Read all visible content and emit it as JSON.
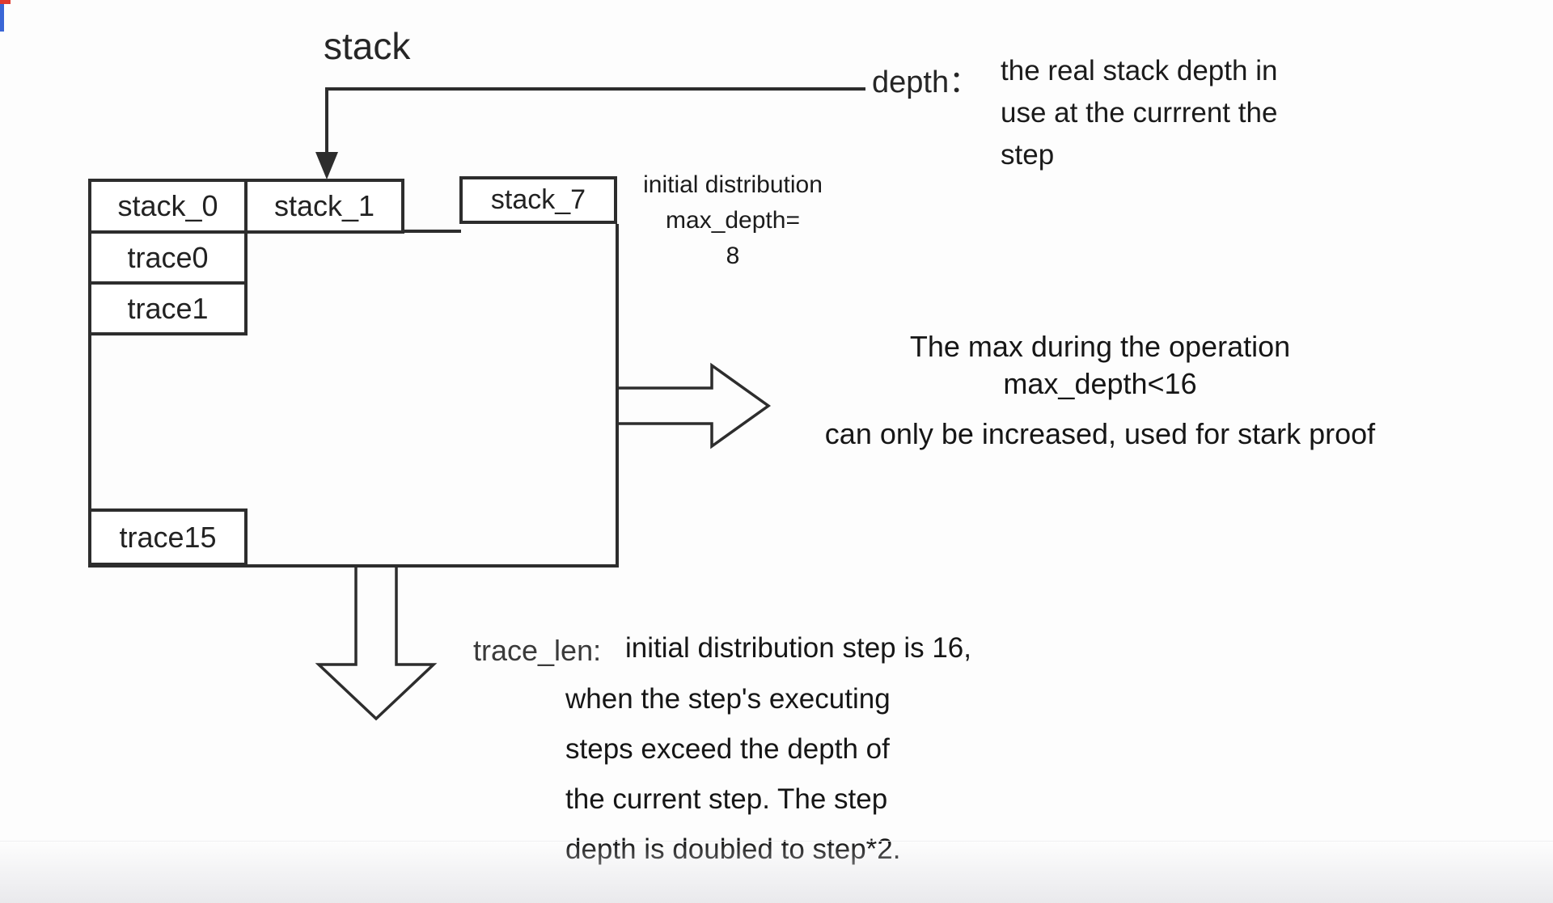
{
  "diagram": {
    "title": "stack",
    "boxes": {
      "stack0": "stack_0",
      "stack1": "stack_1",
      "stack7": "stack_7",
      "trace0": "trace0",
      "trace1": "trace1",
      "trace15": "trace15"
    },
    "depth_note": {
      "label": "depth：",
      "line1": "the real stack depth in",
      "line2": "use at the currrent the",
      "line3": "step"
    },
    "initial_distribution": {
      "line1": "initial distribution",
      "line2": "max_depth=",
      "line3": "8"
    },
    "max_note": {
      "line1": "The max during the operation",
      "line2": "max_depth<16",
      "line3": "can only be increased, used for stark proof"
    },
    "trace_note": {
      "label": "trace_len:",
      "line1": "initial distribution step is 16,",
      "line2": "when the step's executing",
      "line3": "steps exceed the depth of",
      "line4": "the current step. The step",
      "line5": "depth is doubled to step*2."
    },
    "colors": {
      "stroke": "#2d2d2d",
      "text": "#1e1e1e",
      "artifact_red": "#e03a2f",
      "artifact_blue": "#3a66d6"
    }
  }
}
